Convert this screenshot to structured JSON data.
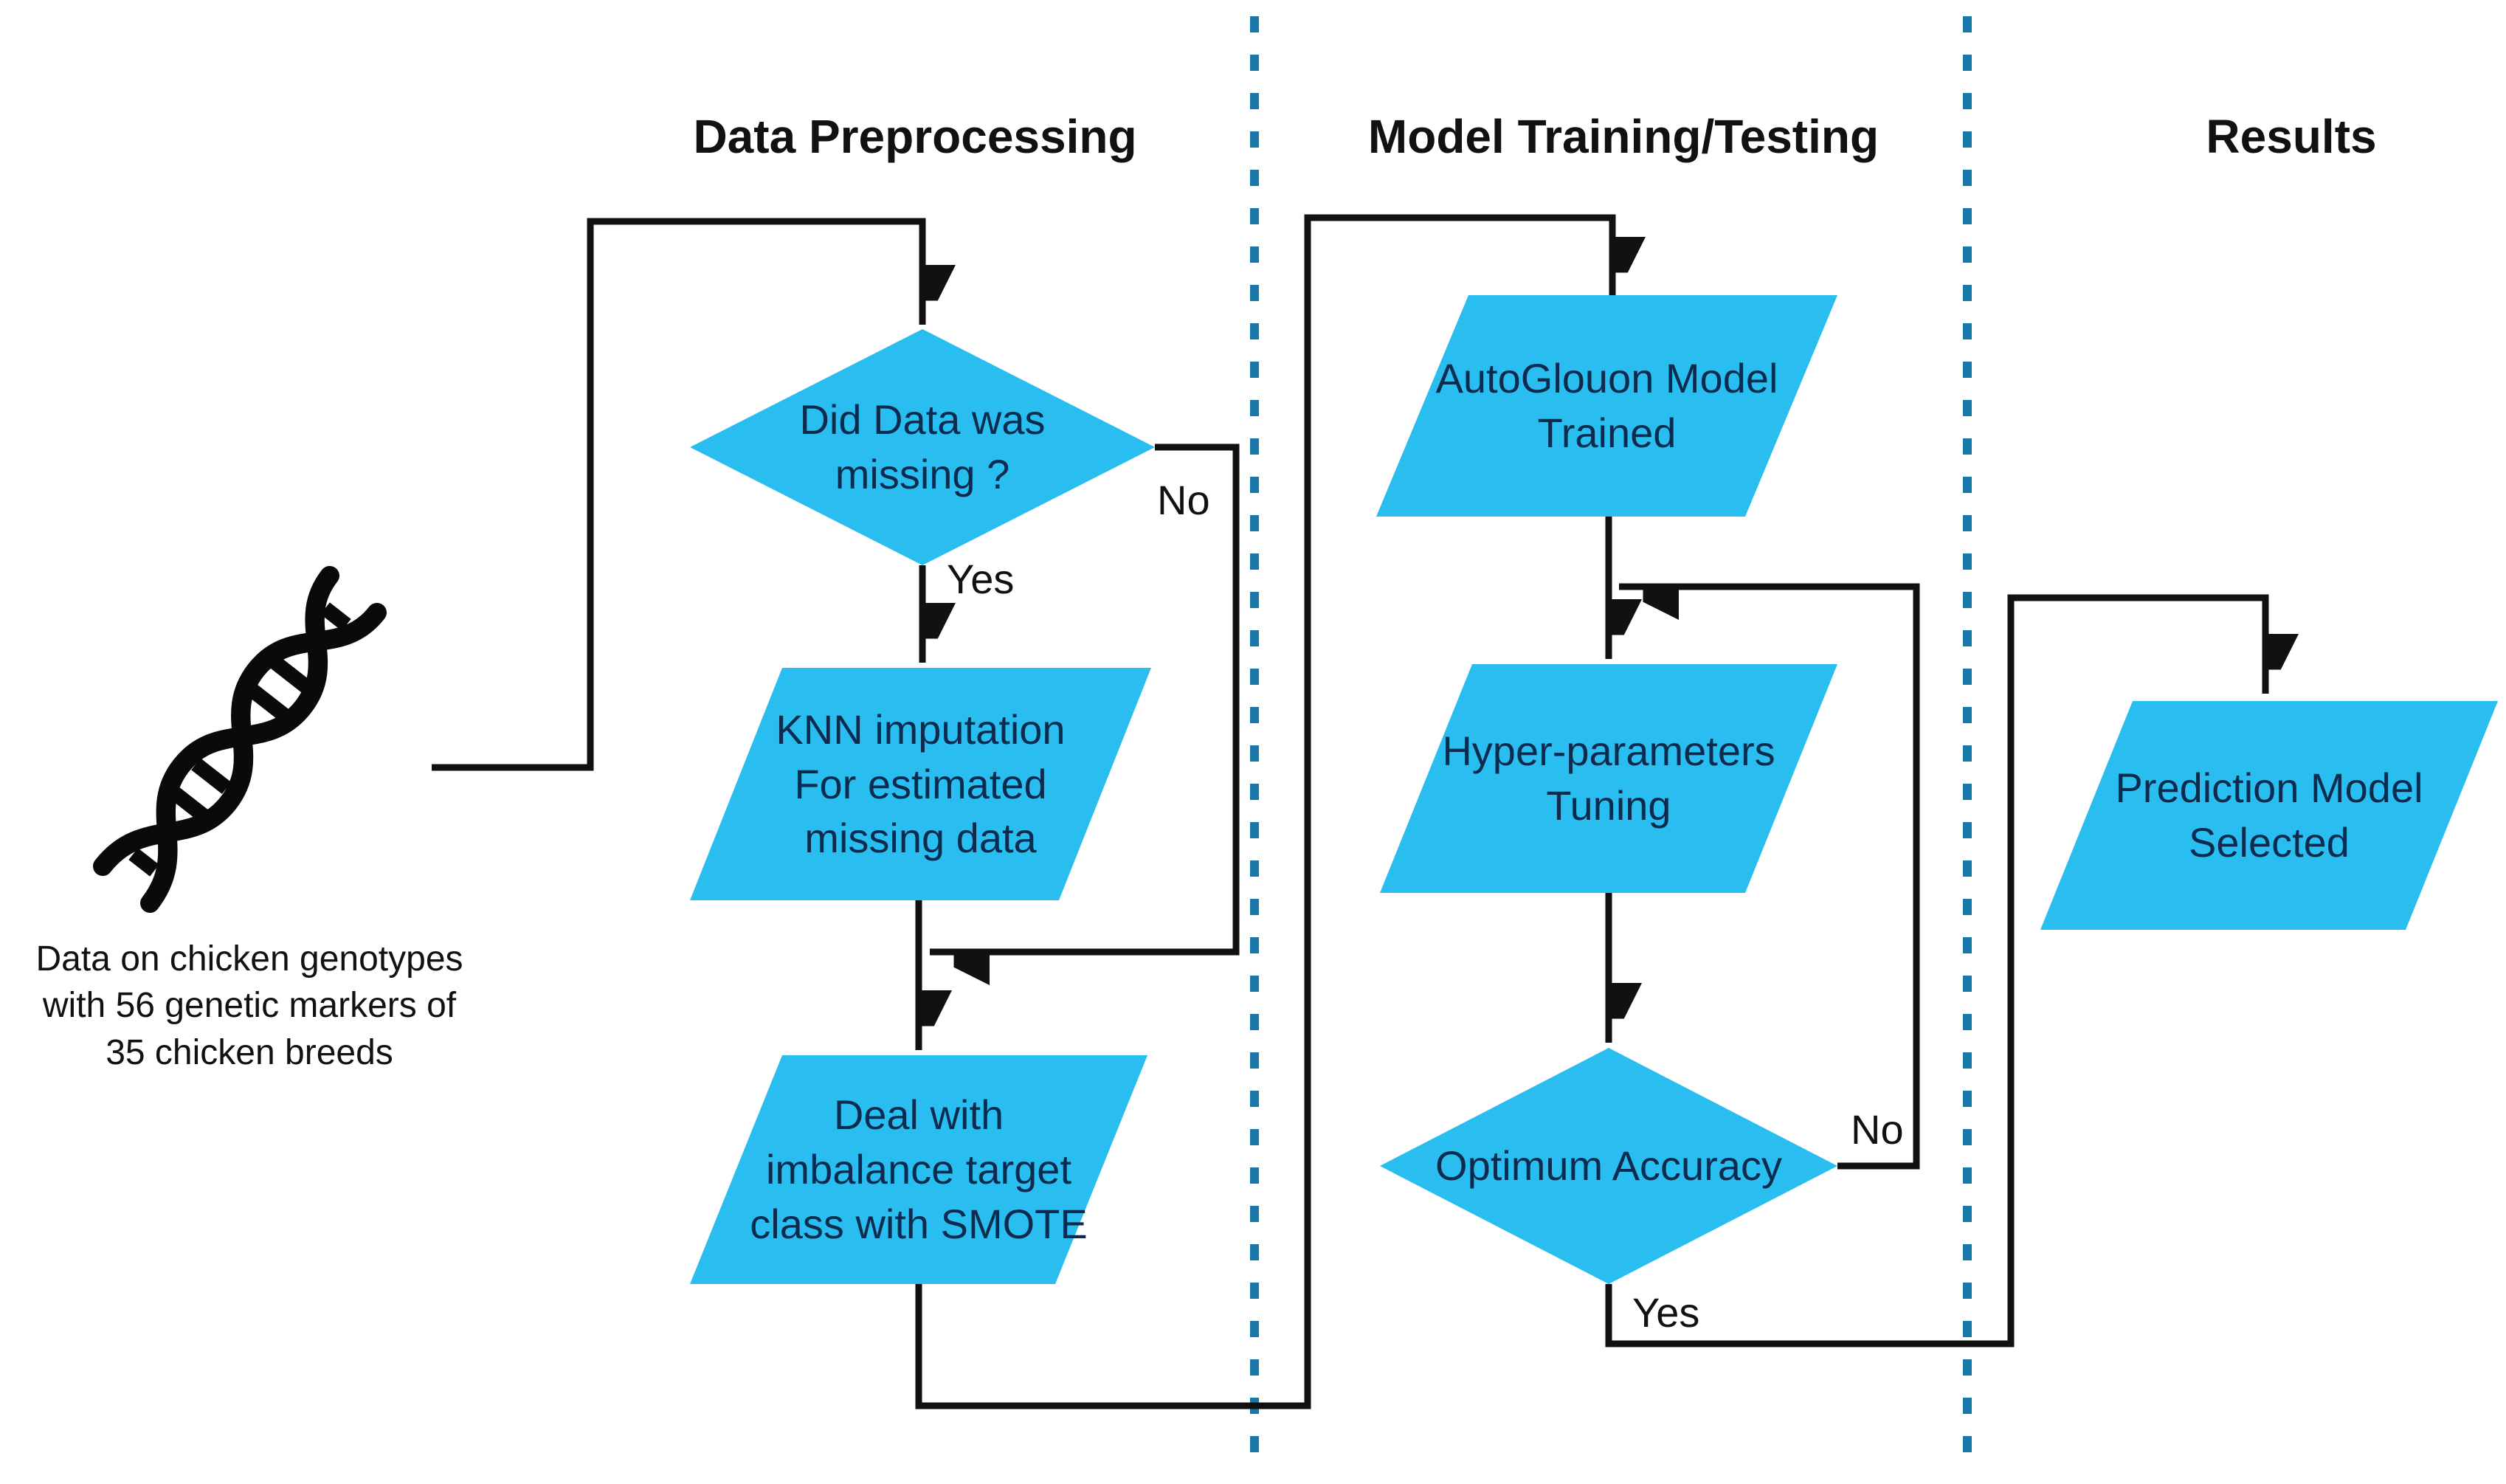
{
  "titles": {
    "preprocessing": "Data Preprocessing",
    "training": "Model Training/Testing",
    "results": "Results"
  },
  "input_source": {
    "icon": "dna-icon",
    "caption": "Data on chicken genotypes\nwith 56 genetic markers of\n35 chicken breeds"
  },
  "nodes": {
    "decision_missing": {
      "type": "decision",
      "label": "Did Data was\nmissing ?"
    },
    "knn": {
      "type": "process",
      "label": "KNN imputation\nFor estimated\nmissing data"
    },
    "smote": {
      "type": "process",
      "label": "Deal with\nimbalance target\nclass with SMOTE"
    },
    "autogluon": {
      "type": "process",
      "label": "AutoGlouon Model\nTrained"
    },
    "tuning": {
      "type": "process",
      "label": "Hyper-parameters\nTuning"
    },
    "decision_accuracy": {
      "type": "decision",
      "label": "Optimum Accuracy"
    },
    "prediction": {
      "type": "process",
      "label": "Prediction Model\nSelected"
    }
  },
  "edge_labels": {
    "missing_no": "No",
    "missing_yes": "Yes",
    "accuracy_no": "No",
    "accuracy_yes": "Yes"
  },
  "colors": {
    "shape_fill": "#29BEEF",
    "shape_text": "#0D2B4E",
    "connector": "#111111",
    "divider": "#1878A8",
    "icon": "#0A0A0A"
  }
}
